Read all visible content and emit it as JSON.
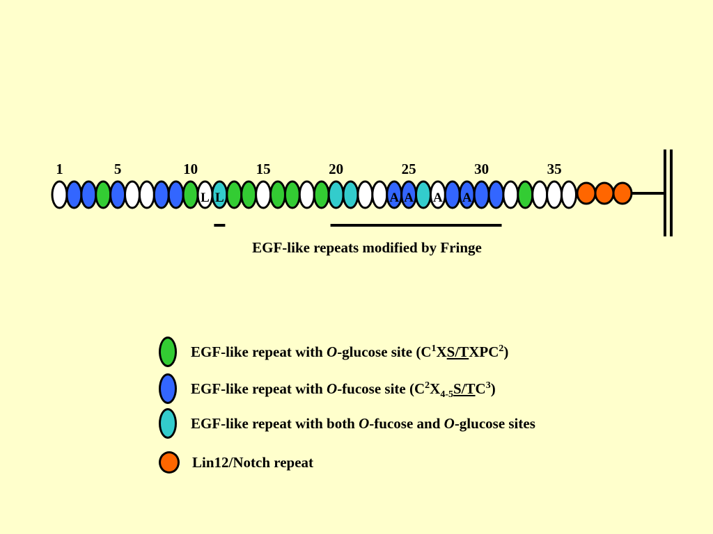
{
  "colors": {
    "background": "#FFFFCC",
    "empty": "#FFFFFF",
    "o_glucose": "#33CC33",
    "o_fucose": "#3366FF",
    "both": "#33CCCC",
    "lin12_notch": "#FF6600"
  },
  "domain": {
    "egf_repeats": [
      "empty",
      "fucose",
      "fucose",
      "glucose",
      "fucose",
      "empty",
      "empty",
      "fucose",
      "fucose",
      "glucose",
      "empty",
      "both",
      "glucose",
      "glucose",
      "empty",
      "glucose",
      "glucose",
      "empty",
      "glucose",
      "both",
      "both",
      "empty",
      "empty",
      "fucose",
      "fucose",
      "both",
      "empty",
      "fucose",
      "fucose",
      "fucose",
      "fucose",
      "empty",
      "glucose",
      "empty",
      "empty",
      "empty"
    ],
    "lin12_repeat_count": 3,
    "number_labels": [
      {
        "repeat": 1,
        "text": "1"
      },
      {
        "repeat": 5,
        "text": "5"
      },
      {
        "repeat": 10,
        "text": "10"
      },
      {
        "repeat": 15,
        "text": "15"
      },
      {
        "repeat": 20,
        "text": "20"
      },
      {
        "repeat": 25,
        "text": "25"
      },
      {
        "repeat": 30,
        "text": "30"
      },
      {
        "repeat": 35,
        "text": "35"
      }
    ],
    "letter_labels": [
      {
        "repeat": 11,
        "text": "L"
      },
      {
        "repeat": 12,
        "text": "L"
      },
      {
        "repeat": 24,
        "text": "A"
      },
      {
        "repeat": 25,
        "text": "A"
      },
      {
        "repeat": 27,
        "text": "A"
      },
      {
        "repeat": 29,
        "text": "A"
      }
    ],
    "fringe_brackets": [
      {
        "from_repeat": 12,
        "to_repeat": 12
      },
      {
        "from_repeat": 20,
        "to_repeat": 31
      }
    ],
    "fringe_label": "EGF-like repeats modified by Fringe"
  },
  "legend": {
    "glucose_prefix": "EGF-like repeat with ",
    "glucose_o": "O",
    "glucose_mid": "-glucose site (C",
    "glucose_sup1": "1",
    "glucose_x": "X",
    "glucose_st": "S/T",
    "glucose_xpc": "XPC",
    "glucose_sup2": "2",
    "glucose_close": ")",
    "fucose_prefix": "EGF-like repeat with ",
    "fucose_o": "O",
    "fucose_mid": "-fucose site (C",
    "fucose_sup2": "2",
    "fucose_x": "X",
    "fucose_sub": "4-5",
    "fucose_st": "S/T",
    "fucose_c": "C",
    "fucose_sup3": "3",
    "fucose_close": ")",
    "both_prefix": "EGF-like repeat with both ",
    "both_o1": "O",
    "both_mid": "-fucose and ",
    "both_o2": "O",
    "both_suffix": "-glucose sites",
    "lin12_label": "Lin12/Notch repeat"
  }
}
